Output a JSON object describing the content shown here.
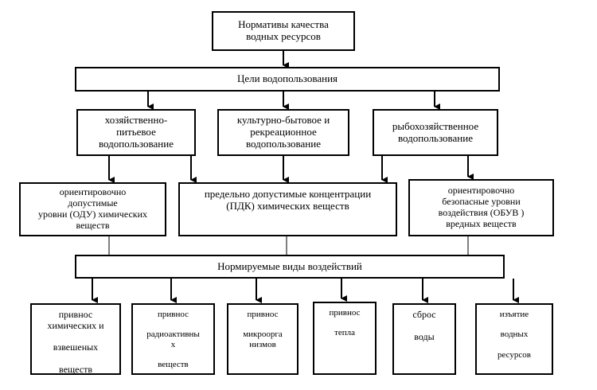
{
  "diagram": {
    "title": "Нормативы качества\nводных ресурсов",
    "goals": "Цели водопользования",
    "purposes": [
      "хозяйственно-\nпитьевое\nводопользование",
      "культурно-бытовое и\nрекреационное\nводопользование",
      "рыбохозяйственное\nводопользование"
    ],
    "standards": [
      "ориентировочно\nдопустимые\nуровни (ОДУ) химических\nвеществ",
      "предельно допустимые концентрации\n(ПДК) химических веществ",
      "ориентировочно\nбезопасные уровни\nвоздействия (ОБУВ )\nвредных веществ"
    ],
    "impacts_title": "Нормируемые виды воздействий",
    "impacts": [
      "привнос\nхимических и\n\nвзвешеных\n\nвеществ",
      "привнос\n\nрадиоактивны\nх\n\nвеществ",
      "привнос\n\nмикрoорга\nнизмов",
      "привнос\n\nтепла",
      "сброс\n\nводы",
      "изъятие\n\nводных\n\nресурсов"
    ]
  }
}
